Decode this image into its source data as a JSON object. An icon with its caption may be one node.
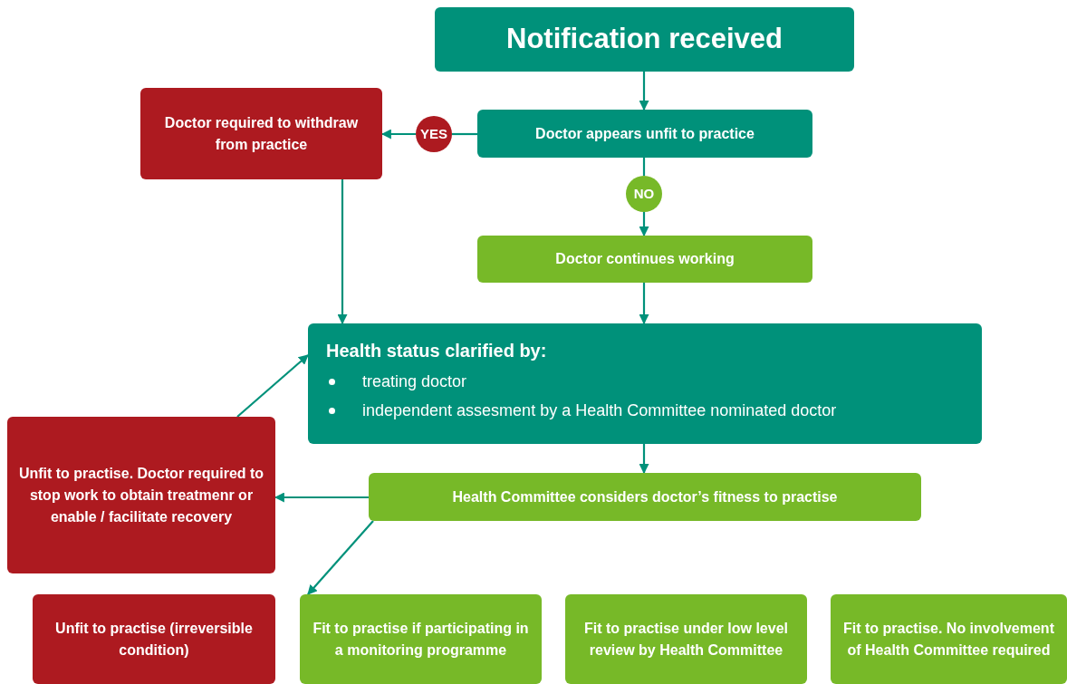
{
  "diagram": {
    "nodes": [
      {
        "text": [
          "Notification received"
        ]
      },
      {
        "text": [
          "Doctor appears unfit to practice"
        ]
      },
      {
        "text": [
          "YES"
        ]
      },
      {
        "text": [
          "Doctor required to withdraw from practice"
        ]
      },
      {
        "text": [
          "NO"
        ]
      },
      {
        "text": [
          "Doctor continues working"
        ]
      },
      {
        "text": [
          "Health status clarified by:",
          "treating doctor",
          "independent assesment by a Health Committee nominated doctor"
        ]
      },
      {
        "text": [
          "Health Committee considers doctor’s fitness to practise"
        ]
      },
      {
        "text": [
          "Unfit to practise. Doctor required to stop work to obtain treatmenr or enable / facilitate recovery"
        ]
      },
      {
        "text": [
          "Unfit to practise (irreversible condition)"
        ]
      },
      {
        "text": [
          "Fit to practise if participating in a monitoring programme"
        ]
      },
      {
        "text": [
          "Fit to practise under low level review by Health Committee"
        ]
      },
      {
        "text": [
          "Fit to practise. No involvement of Health Committee required"
        ]
      }
    ],
    "edges": [
      {
        "from": 0,
        "to": 1,
        "arrow": "to"
      },
      {
        "from": 1,
        "to": 2,
        "arrow": "none"
      },
      {
        "from": 2,
        "to": 3,
        "arrow": "to"
      },
      {
        "from": 1,
        "to": 4,
        "arrow": "none"
      },
      {
        "from": 4,
        "to": 5,
        "arrow": "to"
      },
      {
        "from": 3,
        "to": 6,
        "arrow": "to"
      },
      {
        "from": 5,
        "to": 6,
        "arrow": "to"
      },
      {
        "from": 6,
        "to": 7,
        "arrow": "to"
      },
      {
        "from": 7,
        "to": 8,
        "arrow": "to"
      },
      {
        "from": 8,
        "to": 6,
        "arrow": "to"
      },
      {
        "from": 7,
        "to": 10,
        "arrow": "to"
      }
    ]
  }
}
